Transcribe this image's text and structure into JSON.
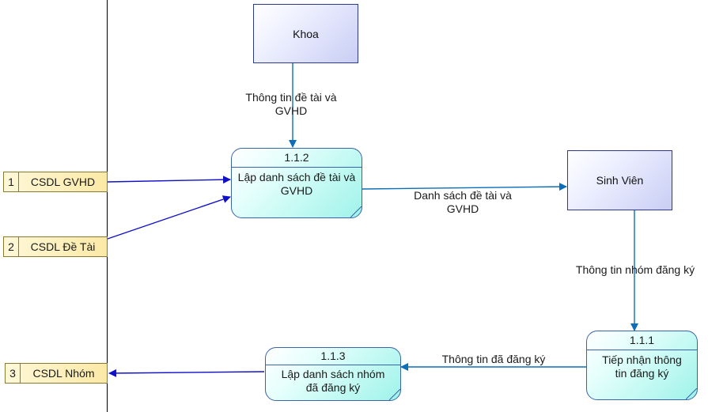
{
  "entities": {
    "khoa": "Khoa",
    "sinh_vien": "Sinh Viên"
  },
  "processes": {
    "p112": {
      "id": "1.1.2",
      "name": "Lập danh sách đề tài và GVHD"
    },
    "p111": {
      "id": "1.1.1",
      "name": "Tiếp nhận thông tin đăng ký"
    },
    "p113": {
      "id": "1.1.3",
      "name": "Lập danh sách nhóm đã đăng ký"
    }
  },
  "stores": {
    "s1": {
      "id": "1",
      "name": "CSDL GVHD"
    },
    "s2": {
      "id": "2",
      "name": "CSDL Đề Tài"
    },
    "s3": {
      "id": "3",
      "name": "CSDL Nhóm"
    }
  },
  "flows": {
    "khoa_to_p112": "Thông tin đề tài và GVHD",
    "p112_to_sv": "Danh sách đề tài và GVHD",
    "sv_to_p111": "Thông tin nhóm đăng ký",
    "p111_to_p113": "Thông tin đã đăng ký"
  },
  "colors": {
    "flow_blue": "#0a6fb8",
    "flow_navy": "#1010c8",
    "entity_border": "#2b3a8c",
    "process_border": "#3b63a8",
    "store_fill": "#fbe9a6"
  }
}
